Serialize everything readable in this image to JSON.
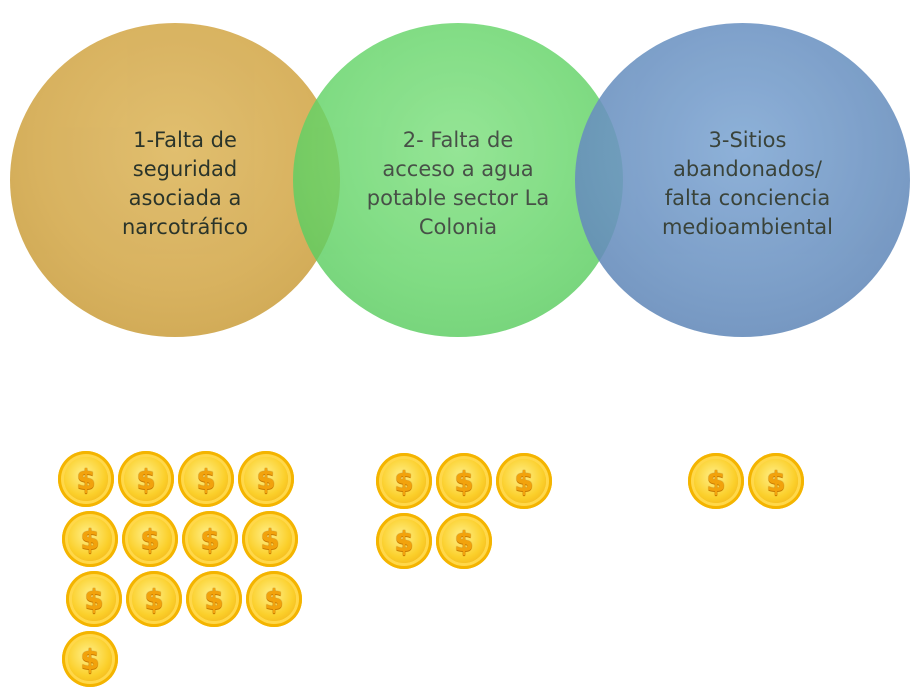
{
  "circles": [
    {
      "label": "1-Falta de\nseguridad\nasociada a\nnarcotráfico",
      "color": "#d6ae57"
    },
    {
      "label": "2- Falta de\nacceso a agua\npotable sector La\nColonia",
      "color": "#64d468"
    },
    {
      "label": "3-Sitios\nabandonados/\nfalta conciencia\nmedioambiental",
      "color": "#6b92c1"
    }
  ],
  "coin_groups": [
    {
      "problem": "1-Falta de seguridad asociada a narcotráfico",
      "count": 13
    },
    {
      "problem": "2- Falta de acceso a agua potable sector La Colonia",
      "count": 5
    },
    {
      "problem": "3-Sitios abandonados/ falta conciencia medioambiental",
      "count": 2
    }
  ],
  "coin_icon": "dollar-coin-icon",
  "coin_symbol": "$",
  "colors": {
    "coin_gold": "#f6c21c",
    "coin_rim": "#e09a0c"
  }
}
